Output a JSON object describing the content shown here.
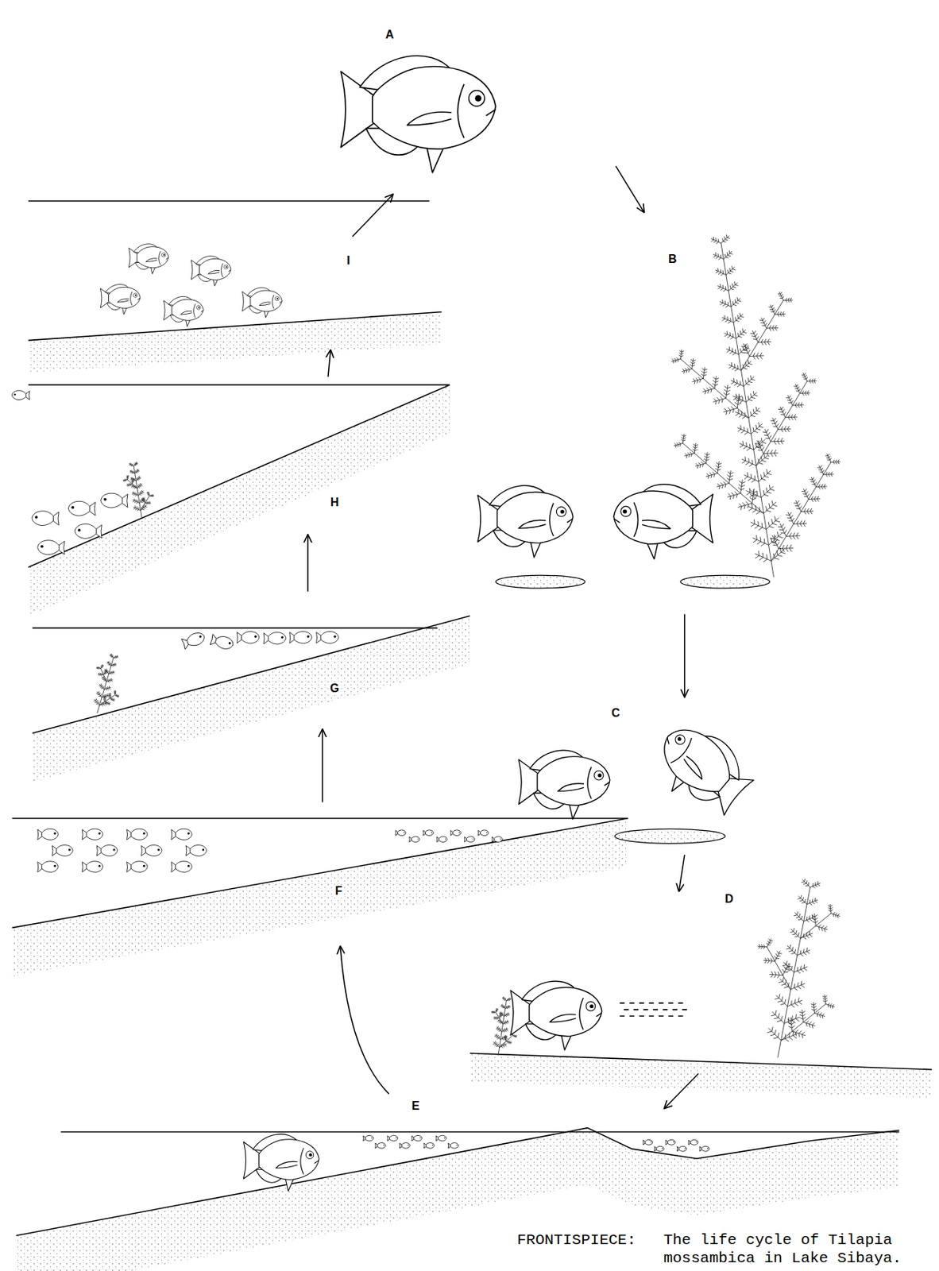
{
  "diagram": {
    "caption": "FRONTISPIECE:   The life cycle of Tilapia mossambica in Lake Sibaya.",
    "nodes": [
      {
        "text": [
          "A"
        ]
      },
      {
        "text": [
          "B"
        ]
      },
      {
        "text": [
          "C"
        ]
      },
      {
        "text": [
          "D"
        ]
      },
      {
        "text": [
          "E"
        ]
      },
      {
        "text": [
          "F"
        ]
      },
      {
        "text": [
          "G"
        ]
      },
      {
        "text": [
          "H"
        ]
      },
      {
        "text": [
          "I"
        ]
      }
    ],
    "edges": [
      {
        "from": 0,
        "to": 1,
        "arrow": "to"
      },
      {
        "from": 1,
        "to": 2,
        "arrow": "to"
      },
      {
        "from": 2,
        "to": 3,
        "arrow": "to"
      },
      {
        "from": 3,
        "to": 4,
        "arrow": "to"
      },
      {
        "from": 4,
        "to": 5,
        "arrow": "to"
      },
      {
        "from": 5,
        "to": 6,
        "arrow": "to"
      },
      {
        "from": 6,
        "to": 7,
        "arrow": "to"
      },
      {
        "from": 7,
        "to": 8,
        "arrow": "to"
      },
      {
        "from": 8,
        "to": 0,
        "arrow": "to"
      }
    ]
  }
}
